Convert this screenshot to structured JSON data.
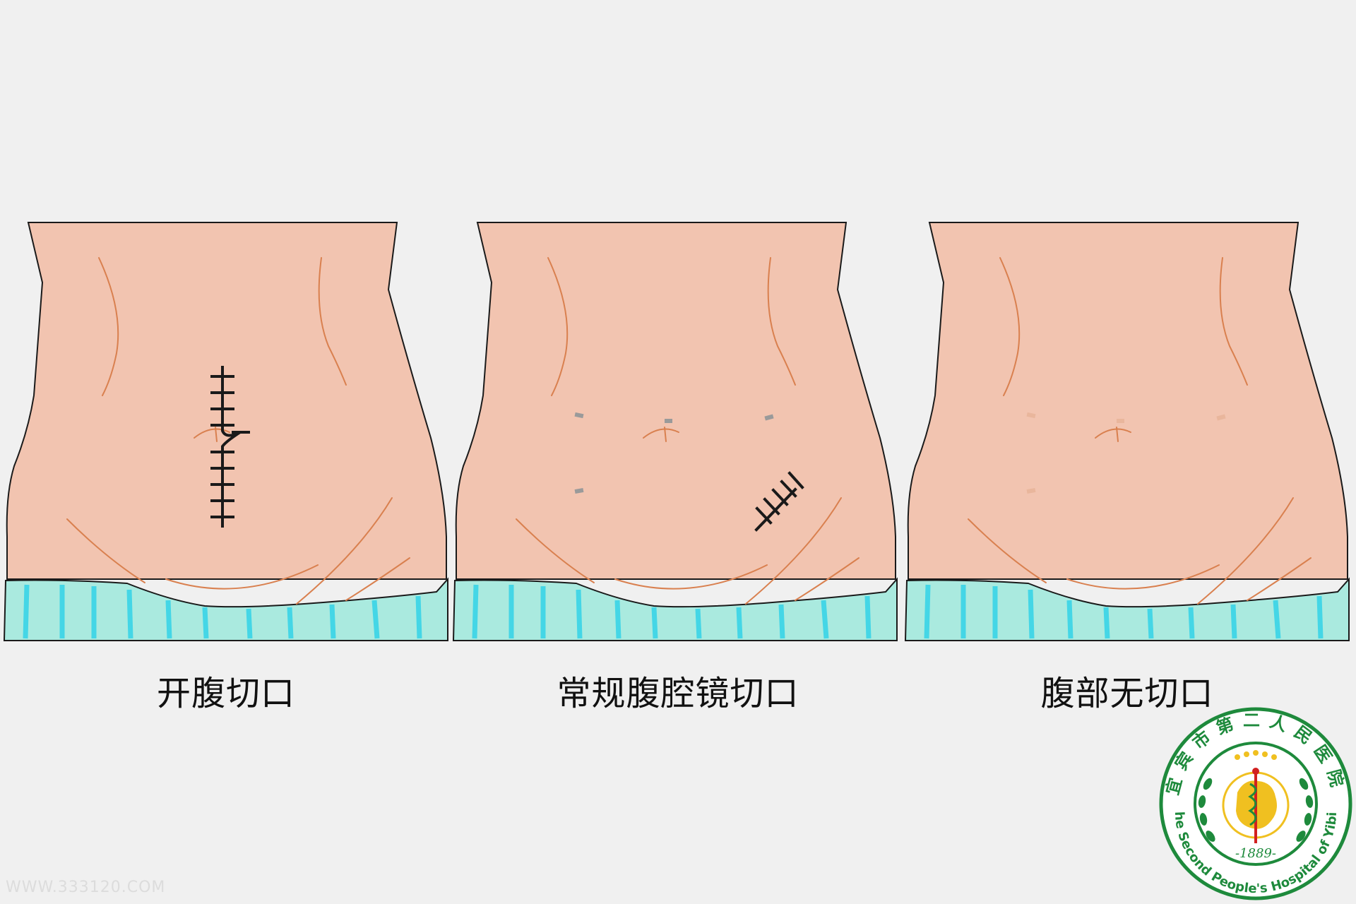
{
  "panels": [
    {
      "caption": "开腹切口"
    },
    {
      "caption": "常规腹腔镜切口"
    },
    {
      "caption": "腹部无切口"
    }
  ],
  "logo": {
    "chinese_text": "宜宾市第二人民医院",
    "english_text": "The Second People's Hospital of Yibin",
    "year": "-1889-"
  },
  "watermark": "WWW.333120.COM",
  "colors": {
    "skin": "#f2c4b0",
    "skin_crease": "#d9804f",
    "underwear": "#aaeadf",
    "underwear_stripe": "#44d6e6",
    "outline": "#1a1a1a",
    "logo_green": "#1e8a3c",
    "logo_gold": "#f0c020",
    "logo_red": "#d22020"
  }
}
